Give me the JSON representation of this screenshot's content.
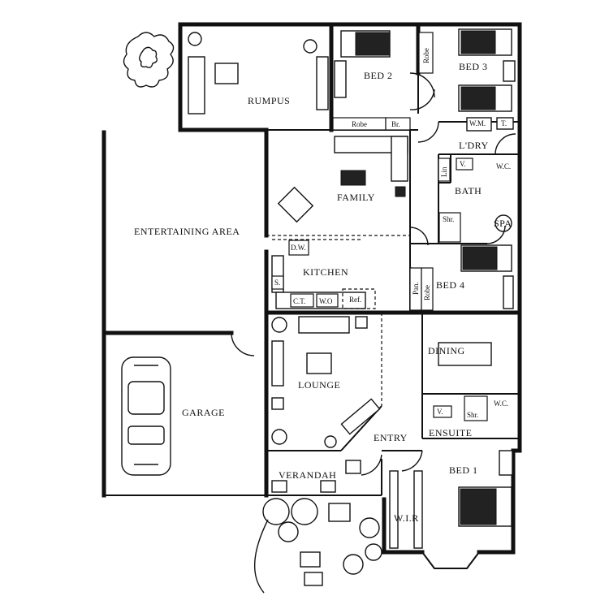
{
  "rooms": {
    "rumpus": "RUMPUS",
    "bed2": "BED 2",
    "bed3": "BED 3",
    "family": "FAMILY",
    "kitchen": "KITCHEN",
    "entertaining": "ENTERTAINING AREA",
    "laundry": "L'DRY",
    "bath": "BATH",
    "spa": "SPA",
    "bed4": "BED 4",
    "lounge": "LOUNGE",
    "dining": "DINING",
    "garage": "GARAGE",
    "entry": "ENTRY",
    "ensuite": "ENSUITE",
    "bed1": "BED 1",
    "verandah": "VERANDAH",
    "wir": "W.I.R"
  },
  "fixtures": {
    "robe": "Robe",
    "linen": "Br.",
    "wm": "W.M.",
    "tub": "T.",
    "lin": "Lin",
    "vanity": "V.",
    "wc": "W.C.",
    "shower": "Shr.",
    "dw": "D.W.",
    "sink": "S.",
    "ct": "C.T.",
    "wo": "W.O",
    "ref": "Ref.",
    "pantry": "Pan."
  }
}
